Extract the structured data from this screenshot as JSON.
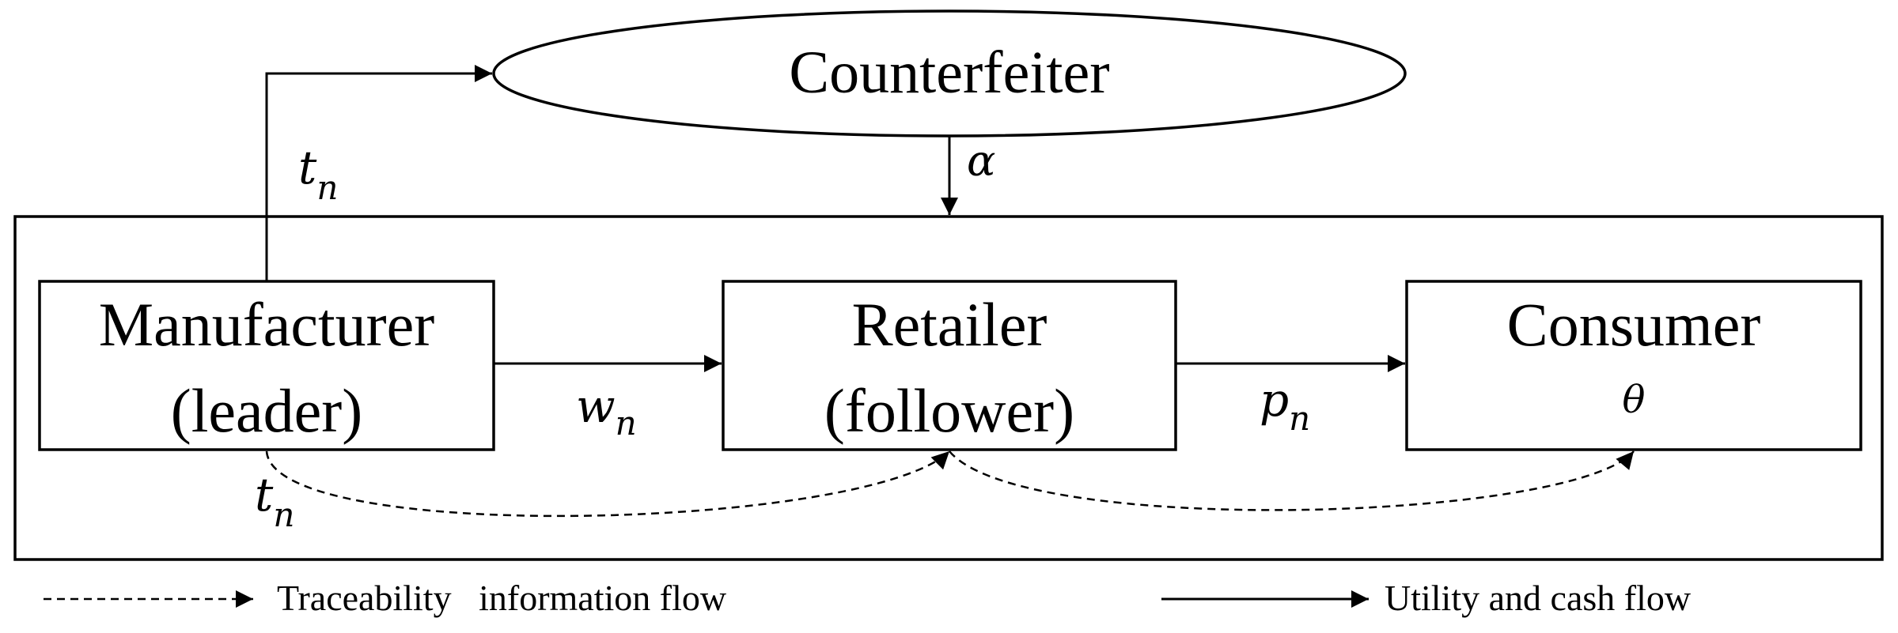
{
  "nodes": {
    "counterfeiter": {
      "label": "Counterfeiter"
    },
    "manufacturer": {
      "line1": "Manufacturer",
      "line2": "(leader)"
    },
    "retailer": {
      "line1": "Retailer",
      "line2": "(follower)"
    },
    "consumer": {
      "line1": "Consumer",
      "line2": "θ"
    }
  },
  "edges": {
    "manufacturer_to_counterfeiter": {
      "base": "t",
      "sub": "n"
    },
    "counterfeiter_to_system": {
      "label": "α"
    },
    "manufacturer_to_retailer": {
      "base": "w",
      "sub": "n"
    },
    "retailer_to_consumer": {
      "base": "p",
      "sub": "n"
    },
    "traceability_manufacturer_to_retailer": {
      "base": "t",
      "sub": "n"
    }
  },
  "legend": {
    "dashed_label": "Traceability   information flow",
    "solid_label": "Utility and cash flow"
  }
}
